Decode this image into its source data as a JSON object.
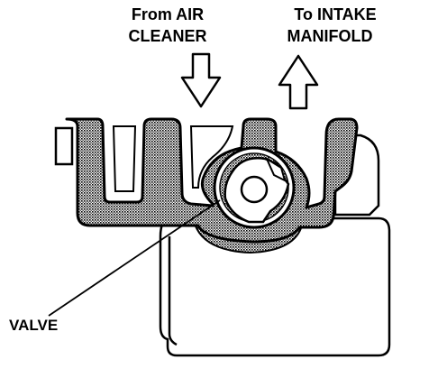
{
  "labels": {
    "from_line1": "From AIR",
    "from_line2": "CLEANER",
    "to_line1": "To INTAKE",
    "to_line2": "MANIFOLD",
    "valve": "VALVE"
  },
  "colors": {
    "ink": "#000000",
    "hatch": "#7a7a7a",
    "paper": "#ffffff"
  },
  "icons": {
    "inflow": "arrow-down-icon",
    "outflow": "arrow-up-icon"
  }
}
